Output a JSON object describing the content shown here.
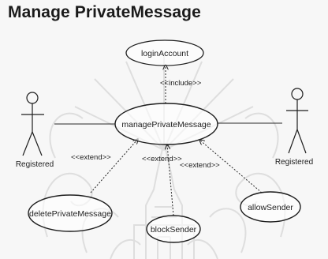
{
  "diagram": {
    "title": "Manage PrivateMessage",
    "use_cases": {
      "login": "loginAccount",
      "manage": "managePrivateMessage",
      "delete": "deletePrivateMessage",
      "block": "blockSender",
      "allow": "allowSender"
    },
    "actors": {
      "left": "Registered",
      "right": "Registered"
    },
    "relationships": {
      "include": "<<include>>",
      "extend_delete": "<<extend>>",
      "extend_block": "<<extend>>",
      "extend_allow": "<<extend>>"
    }
  }
}
